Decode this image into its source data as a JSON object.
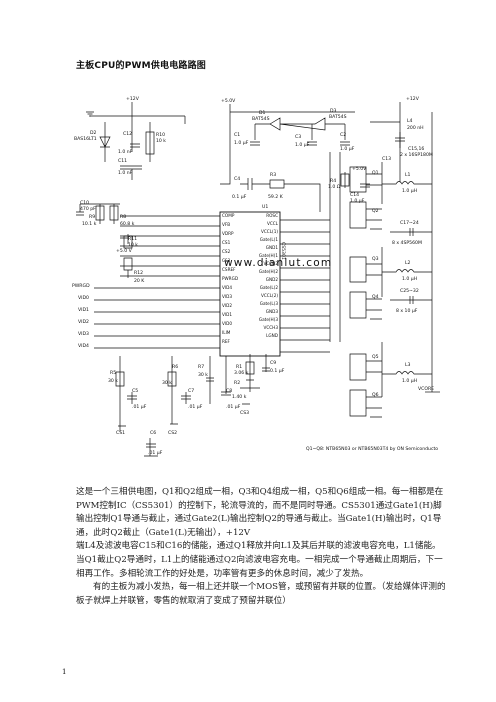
{
  "title": "主板CPU的PWM供电电路路图",
  "schematic": {
    "watermark": "www.dianlut.com",
    "footnote": "Q1~Q8: NTB65N03 or NTB65N03T4 by ON Semiconducto",
    "labels": {
      "v12_left": "+12V",
      "v12_right": "+12V",
      "v5_top": "+5.0V",
      "v5_mid": "+5.0V",
      "v5_small": "+5.0 V",
      "vcore": "VCORE",
      "d1": "D1",
      "d1_part": "BAT54S",
      "d2": "D2",
      "d2_part": "BAS16LT1",
      "d3": "D3",
      "d3_part": "BAT54S",
      "c12": "C12",
      "c12_val": "1.0 nF",
      "r10": "R10",
      "r10_val": "10 k",
      "c11": "C11",
      "c11_val": "1.0 nF",
      "c1": "C1",
      "c1_val": "1.0 µF",
      "c3": "C3",
      "c3_val": "1.0 µF",
      "c2": "C2",
      "c2_val": "1.0 µF",
      "l4": "L4",
      "l4_val": "200 nH",
      "c15": "C15,16",
      "c15_val": "2 x 16SP180M",
      "c4": "C4",
      "c4_val": "0.1 µF",
      "r3": "R3",
      "r3_val": "59.2 K",
      "r4": "R4",
      "r4_val": "1.0 Ω",
      "c14": "C14",
      "c14_val": "1.0 µF",
      "c13": "C13",
      "r8": "R8",
      "r8_val": "60.8 k",
      "r9": "R9",
      "r9_val": "10.1 k",
      "c10": "C10",
      "c10_val": "470 pF",
      "r11": "R11",
      "r11_val": "10 k",
      "r12": "R12",
      "r12_val": "20 K",
      "u1": "U1",
      "ic_name": "CS5301",
      "pwrgd": "PWRGD",
      "vid0": "VID0",
      "vid1": "VID1",
      "vid2": "VID2",
      "vid3": "VID3",
      "vid4": "VID4",
      "q1": "Q1",
      "q2": "Q2",
      "q3": "Q3",
      "q4": "Q4",
      "q5": "Q5",
      "q6": "Q6",
      "l1": "L1",
      "l1_val": "1.0 µH",
      "c17": "C17~24",
      "c17_val": "8 x 4SP560M",
      "l2": "L2",
      "l2_val": "1.0 µH",
      "c25": "C25~32",
      "c25_val": "8 x 10 µF",
      "l3": "L3",
      "l3_val": "1.0 µH",
      "r1": "R1",
      "r1_val": "3.06 k",
      "r2": "R2",
      "r2_val": "1.40 k",
      "c9": "C9",
      "c9_val": "0.1 µF",
      "r5": "R5",
      "r5_val": "30 k",
      "r6": "R6",
      "r6_val": "30 k",
      "r7": "R7",
      "r7_val": "30 k",
      "c5": "C5",
      "c5_val": ".01 µF",
      "c6": "C6",
      "c6_val": ".01 µF",
      "c7": "C7",
      "c7_val": ".01 µF",
      "c8": "C8",
      "c8_val": ".01 µF",
      "cs1": "CS1",
      "cs2": "CS2",
      "cs3": "CS3"
    },
    "ic_pins_left": [
      "COMP",
      "VFB",
      "VDRP",
      "CS1",
      "CS2",
      "CS3",
      "CSREF",
      "PWRGD",
      "VID4",
      "VID3",
      "VID2",
      "VID1",
      "VID0",
      "ILIM",
      "REF"
    ],
    "ic_pins_right": [
      "ROSC",
      "VCCL",
      "VCCL(1)",
      "Gate(L)1",
      "GND1",
      "Gate(H)1",
      "VCCH2",
      "Gate(H)2",
      "GND2",
      "Gate(L)2",
      "VCCL(2)",
      "Gate(L)3",
      "GND3",
      "Gate(H)3",
      "VCCH3",
      "LGND"
    ]
  },
  "paragraphs": [
    "这是一个三相供电图，Q1和Q2组成一相，Q3和Q4组成一相，Q5和Q6组成一相。每一相都是在PWM控制IC（CS5301）的控制下，轮流导流的，而不是同时导通。CS5301通过Gate1(H)脚输出控制Q1导通与截止，通过Gate2(L)输出控制Q2的导通与截止。当Gate1(H)输出时，Q1导通，此时Q2截止（Gate1(L)无输出），+12V",
    "端L4及滤波电容C15和C16的储能，通过Q1释放并向L1及其后并联的滤波电容充电，L1储能。当Q1截止Q2导通时，L1上的储能通过Q2向滤波电容充电。一相完成一个导通截止周期后，下一相再工作。多相轮流工作的好处是，功率管有更多的休息时间，减少了发热。",
    "有的主板为减小发热，每一相上还并联一个MOS管，或预留有并联的位置。（发给媒体评测的板子就焊上并联管，零售的就取消了变成了预留并联位）"
  ],
  "page_number": "1"
}
